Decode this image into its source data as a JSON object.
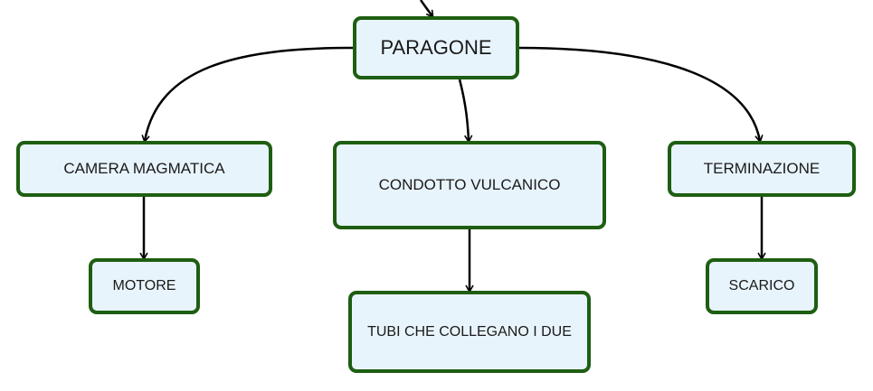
{
  "colors": {
    "node_fill": "#e8f4fc",
    "node_border": "#1e5e12",
    "edge": "#000000"
  },
  "nodes": {
    "root": "PARAGONE",
    "camera": "CAMERA MAGMATICA",
    "condotto": "CONDOTTO VULCANICO",
    "terminazione": "TERMINAZIONE",
    "motore": "MOTORE",
    "tubi": "TUBI CHE COLLEGANO I DUE",
    "scarico": "SCARICO"
  }
}
